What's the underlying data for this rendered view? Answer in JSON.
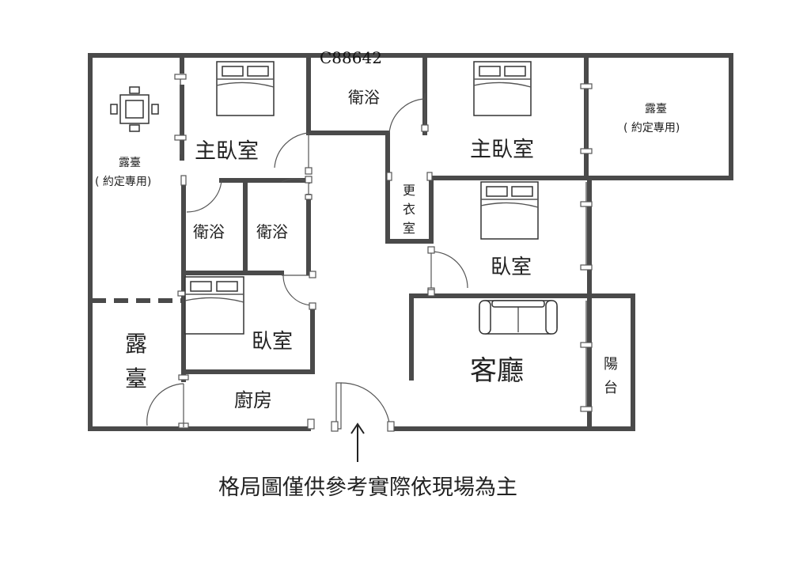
{
  "plan": {
    "code": "C88642",
    "note": "格局圖僅供參考實際依現場為主",
    "rooms": {
      "terrace_left_top": "露臺",
      "terrace_left_top_sub": "( 約定專用)",
      "master_bedroom_1": "主臥室",
      "bath_1": "衛浴",
      "bath_2": "衛浴",
      "bath_3": "衛浴",
      "bedroom_1": "臥室",
      "terrace_left_bottom_1": "露",
      "terrace_left_bottom_2": "臺",
      "kitchen": "廚房",
      "closet_1": "更",
      "closet_2": "衣",
      "closet_3": "室",
      "master_bedroom_2": "主臥室",
      "terrace_right": "露臺",
      "terrace_right_sub": "( 約定專用)",
      "bedroom_2": "臥室",
      "living_room": "客廳",
      "balcony_1": "陽",
      "balcony_2": "台"
    }
  }
}
